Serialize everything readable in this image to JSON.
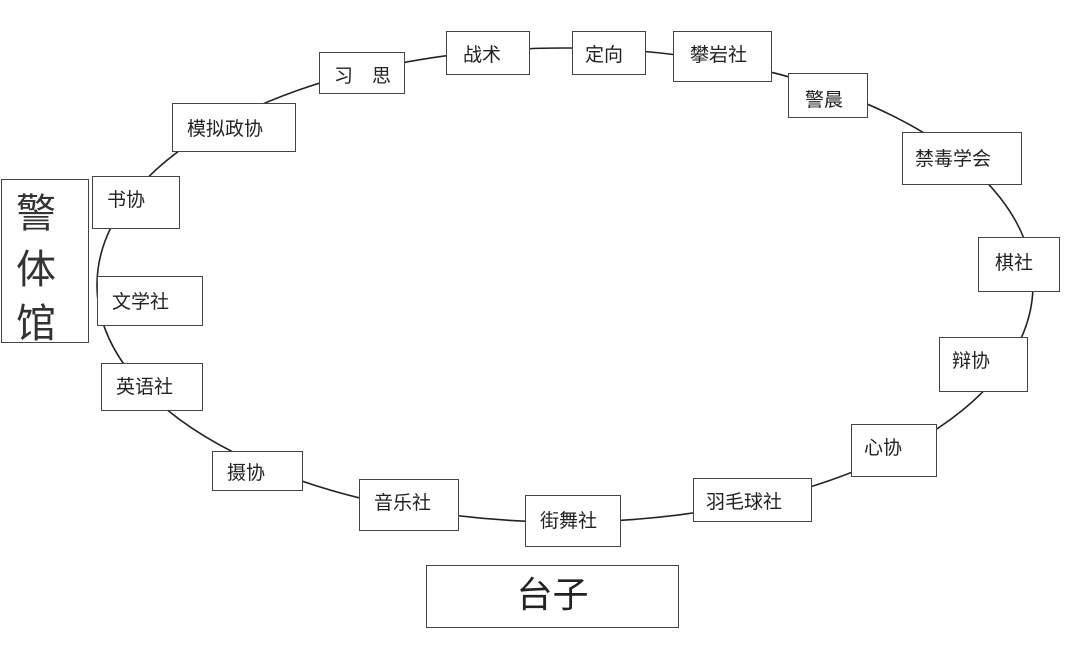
{
  "left_building": {
    "chars": [
      "警",
      "体",
      "馆"
    ]
  },
  "stage": {
    "label": "台子"
  },
  "booths": [
    {
      "key": "zhanshu",
      "label": "战术"
    },
    {
      "key": "dingxiang",
      "label": "定向"
    },
    {
      "key": "panyanshe",
      "label": "攀岩社"
    },
    {
      "key": "jingchen",
      "label": "警晨"
    },
    {
      "key": "jindu",
      "label": "禁毒学会"
    },
    {
      "key": "qishe",
      "label": "棋社"
    },
    {
      "key": "bianxie",
      "label": "辩协"
    },
    {
      "key": "xinxie",
      "label": "心协"
    },
    {
      "key": "yumaoqiu",
      "label": "羽毛球社"
    },
    {
      "key": "jiewu",
      "label": "街舞社"
    },
    {
      "key": "yinyue",
      "label": "音乐社"
    },
    {
      "key": "shexie",
      "label": "摄协"
    },
    {
      "key": "yingyu",
      "label": "英语社"
    },
    {
      "key": "wenxue",
      "label": "文学社"
    },
    {
      "key": "shuxie",
      "label": "书协"
    },
    {
      "key": "moni",
      "label": "模拟政协"
    },
    {
      "key": "xisi",
      "label": "习　思"
    }
  ]
}
